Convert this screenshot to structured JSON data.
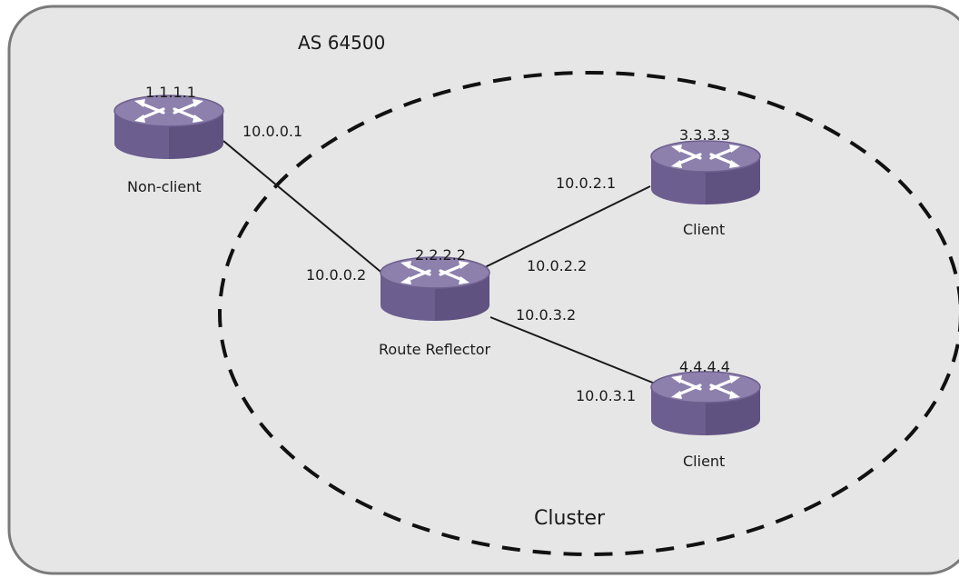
{
  "as_label": "AS 64500",
  "cluster_label": "Cluster",
  "colors": {
    "background_box": "#e6e6e6",
    "box_border": "#7a7a7a",
    "router_body": "#6e5f8e",
    "router_top": "#8d80ad",
    "router_arrows": "#ffffff",
    "link": "#1a1a1a",
    "cluster_dash": "#111111"
  },
  "routers": {
    "r1": {
      "ip": "1.1.1.1",
      "role": "Non-client"
    },
    "rr": {
      "ip": "2.2.2.2",
      "role": "Route Reflector"
    },
    "r3": {
      "ip": "3.3.3.3",
      "role": "Client"
    },
    "r4": {
      "ip": "4.4.4.4",
      "role": "Client"
    }
  },
  "links": {
    "r1_rr": {
      "a": "10.0.0.1",
      "b": "10.0.0.2"
    },
    "rr_r3": {
      "a": "10.0.2.2",
      "b": "10.0.2.1"
    },
    "rr_r4": {
      "a": "10.0.3.2",
      "b": "10.0.3.1"
    }
  }
}
